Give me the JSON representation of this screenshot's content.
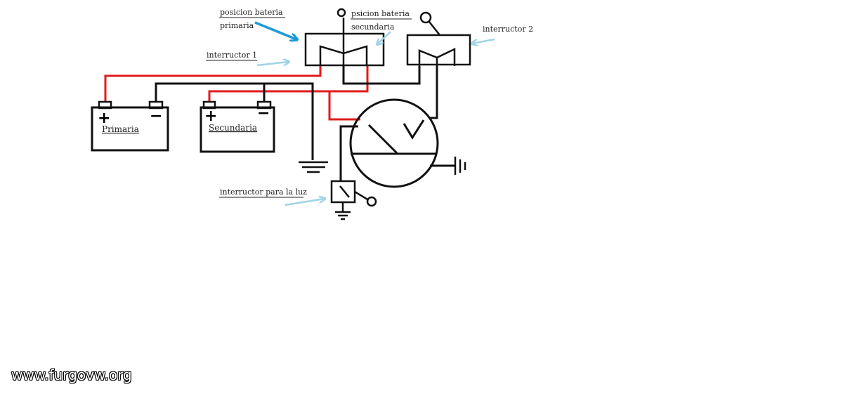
{
  "labels": {
    "posicion_primaria_line1": "posicion bateria",
    "posicion_primaria_line2": "primaria",
    "posicion_secundaria_line1": "psicion bateria",
    "posicion_secundaria_line2": "secundaria",
    "interruptor_1": "interructor 1",
    "interruptor_2": "interructor 2",
    "interruptor_luz": "interructor para la luz"
  },
  "batteries": {
    "primary": {
      "name": "Primaria",
      "plus": "+",
      "minus": "−"
    },
    "secondary": {
      "name": "Secundaria",
      "plus": "+",
      "minus": "−"
    }
  },
  "watermark": "www.furgovw.org",
  "colors": {
    "wire_positive": "#e11b1b",
    "wire_negative": "#111111",
    "arrow_light": "#9fd3e6",
    "arrow_dark": "#1e9ad6"
  }
}
